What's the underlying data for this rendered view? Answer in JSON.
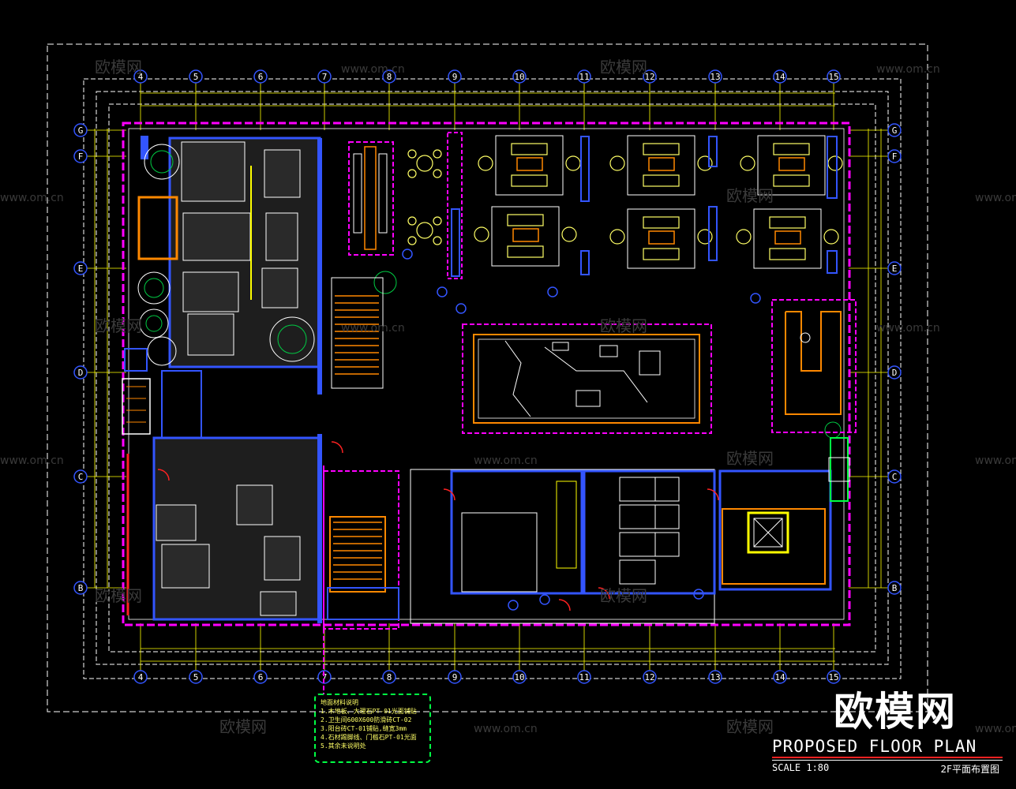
{
  "title": "PROPOSED FLOOR PLAN",
  "scale": "SCALE 1:80",
  "drawing_name_cn": "2F平面布置图",
  "brand": "欧模网",
  "watermarks": [
    "欧模网",
    "www.om.cn"
  ],
  "grid_columns": [
    "4",
    "5",
    "6",
    "7",
    "8",
    "9",
    "10",
    "11",
    "12",
    "13",
    "14",
    "15"
  ],
  "grid_rows": [
    "G",
    "F",
    "E",
    "D",
    "C",
    "B"
  ],
  "notes_box_lines": [
    "地面材料说明",
    "1.木地板、大理石PT-01光面铺贴",
    "2.卫生间600X600防滑砖CT-02",
    "3.阳台砖CT-01铺贴,缝宽3mm",
    "4.石材踢脚线、门槛石PT-01光面",
    "5.其余未说明处"
  ],
  "colors": {
    "background": "#000000",
    "grid_line": "#ffff00",
    "frame": "#ffffff",
    "wall_blue": "#3355ff",
    "magenta": "#ff00ff",
    "orange": "#ff8800",
    "yellow": "#ffff00",
    "green": "#00ff44",
    "red": "#ff2222"
  }
}
